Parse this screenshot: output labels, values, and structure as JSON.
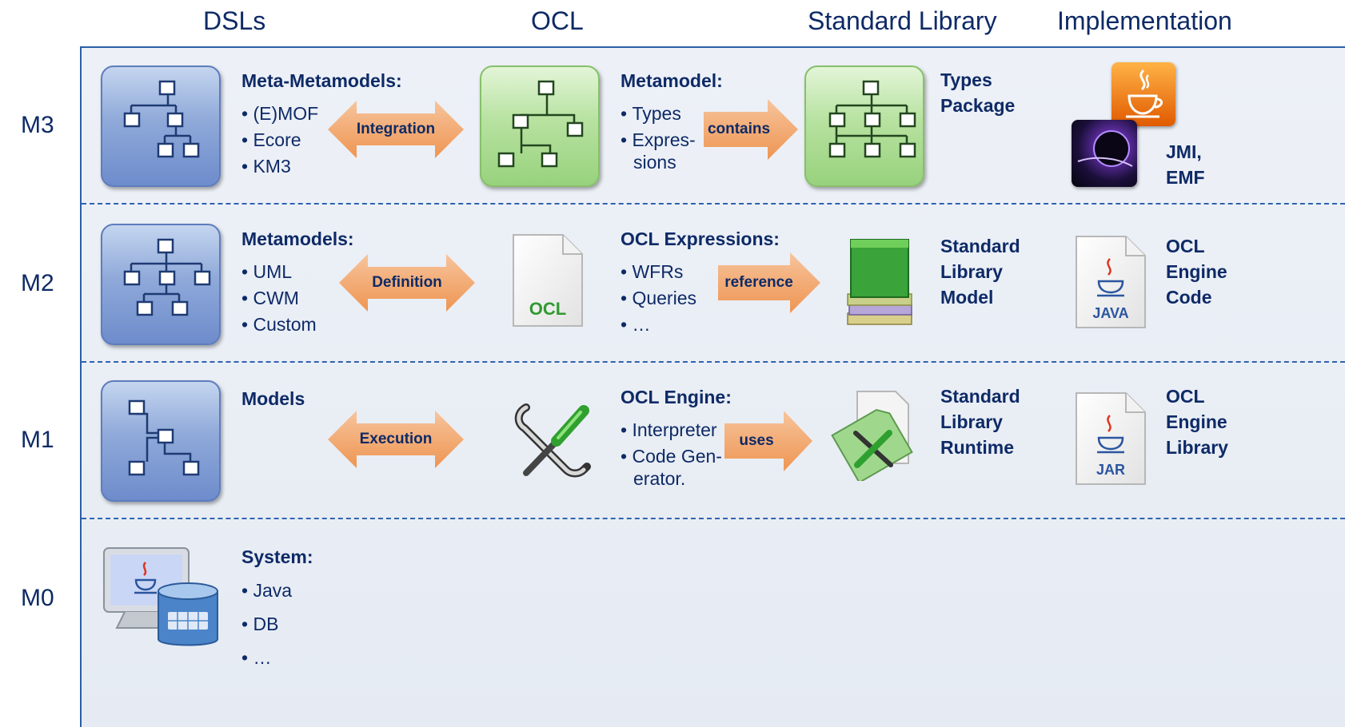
{
  "columns": [
    "DSLs",
    "OCL",
    "Standard Library",
    "Implementation"
  ],
  "rows": [
    "M3",
    "M2",
    "M1",
    "M0"
  ],
  "m3": {
    "dsl_title": "Meta-Metamodels:",
    "dsl_items": [
      "(E)MOF",
      "Ecore",
      "KM3"
    ],
    "arrow1": "Integration",
    "ocl_title": "Metamodel:",
    "ocl_items": [
      "Types",
      "Expres-"
    ],
    "ocl_items_cont": "sions",
    "arrow2": "contains",
    "lib_text": [
      "Types",
      "Package"
    ],
    "impl_text": [
      "JMI,",
      "EMF"
    ]
  },
  "m2": {
    "dsl_title": "Metamodels:",
    "dsl_items": [
      "UML",
      "CWM",
      "Custom"
    ],
    "arrow1": "Definition",
    "ocl_doc_label": "OCL",
    "ocl_title": "OCL Expressions:",
    "ocl_items": [
      "WFRs",
      "Queries",
      "…"
    ],
    "arrow2": "reference",
    "lib_text": [
      "Standard",
      "Library",
      "Model"
    ],
    "impl_doc_label": "JAVA",
    "impl_text": [
      "OCL",
      "Engine",
      "Code"
    ]
  },
  "m1": {
    "dsl_title": "Models",
    "arrow1": "Execution",
    "ocl_title": "OCL Engine:",
    "ocl_items": [
      "Interpreter",
      "Code Gen-"
    ],
    "ocl_items_cont": "erator.",
    "arrow2": "uses",
    "lib_text": [
      "Standard",
      "Library",
      "Runtime"
    ],
    "impl_doc_label": "JAR",
    "impl_text": [
      "OCL",
      "Engine",
      "Library"
    ]
  },
  "m0": {
    "dsl_title": "System:",
    "dsl_items": [
      "Java",
      "DB",
      "…"
    ]
  },
  "colors": {
    "frame_border": "#2a5ea8",
    "text": "#0e2a66",
    "arrow": "#f2a56a",
    "blue_tile": "#7f9bd2",
    "green_tile": "#a6d98c",
    "ocl_green": "#2f9a2f"
  }
}
